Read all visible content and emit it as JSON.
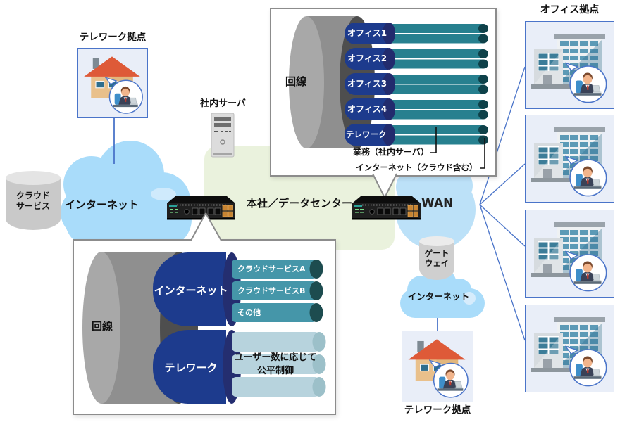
{
  "labels": {
    "telework_site_top": "テレワーク拠点",
    "office_sites": "オフィス拠点",
    "internal_server": "社内サーバ",
    "hq_datacenter": "本社／データセンター",
    "internet_left": "インターネット",
    "wan": "WAN",
    "gateway_line1": "ゲート",
    "gateway_line2": "ウェイ",
    "internet_lower": "インターネット",
    "telework_site_bottom": "テレワーク拠点",
    "cloud_service_line1": "クラウド",
    "cloud_service_line2": "サービス"
  },
  "top_box": {
    "cylinder_label": "回線",
    "pipes": [
      "オフィス1",
      "オフィス2",
      "オフィス3",
      "オフィス4",
      "テレワーク"
    ],
    "callout_business": "業務（社内サーバ）",
    "callout_internet": "インターネット（クラウド含む）"
  },
  "bottom_box": {
    "cylinder_label": "回線",
    "pipe_internet": "インターネット",
    "pipe_telework": "テレワーク",
    "internet_subpipes": [
      "クラウドサービスA",
      "クラウドサービスB",
      "その他"
    ],
    "telework_overlay_line1": "ユーザー数に応じて",
    "telework_overlay_line2": "公平制御"
  },
  "colors": {
    "pipe_navy": "#1d3b8d",
    "pipe_navy_cap": "#222b6d",
    "teal_dark": "#27808f",
    "teal_dark_cap": "#0e4149",
    "teal_light": "#4596a9",
    "teal_light_cap": "#1d4c4f",
    "telework_pipe": "#b7d3dd",
    "telework_pipe_cap": "#9cc0c9",
    "cloud_blue": "#a9dcfa",
    "wan_cloud_blue": "#bce1f8",
    "green_area": "#eaf2dd",
    "site_box_fill": "#e9eef8",
    "site_box_border": "#4a74c9",
    "cylinder_gray": "#8f8f8f"
  }
}
